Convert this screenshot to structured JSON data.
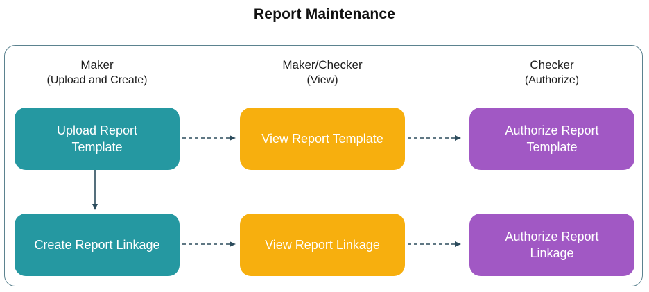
{
  "title": "Report Maintenance",
  "columns": [
    {
      "role": "Maker",
      "action": "(Upload and Create)"
    },
    {
      "role": "Maker/Checker",
      "action": "(View)"
    },
    {
      "role": "Checker",
      "action": "(Authorize)"
    }
  ],
  "boxes": [
    {
      "id": "upload-report-template",
      "label": "Upload Report Template",
      "color": "teal"
    },
    {
      "id": "view-report-template",
      "label": "View Report Template",
      "color": "yellow"
    },
    {
      "id": "authorize-report-template",
      "label": "Authorize Report Template",
      "color": "purple"
    },
    {
      "id": "create-report-linkage",
      "label": "Create Report Linkage",
      "color": "teal"
    },
    {
      "id": "view-report-linkage",
      "label": "View Report Linkage",
      "color": "yellow"
    },
    {
      "id": "authorize-report-linkage",
      "label": "Authorize Report Linkage",
      "color": "purple"
    }
  ],
  "flows": [
    {
      "from": "upload-report-template",
      "to": "view-report-template",
      "style": "dashed"
    },
    {
      "from": "view-report-template",
      "to": "authorize-report-template",
      "style": "dashed"
    },
    {
      "from": "upload-report-template",
      "to": "create-report-linkage",
      "style": "solid"
    },
    {
      "from": "create-report-linkage",
      "to": "view-report-linkage",
      "style": "dashed"
    },
    {
      "from": "view-report-linkage",
      "to": "authorize-report-linkage",
      "style": "dashed"
    }
  ],
  "colors": {
    "teal": "#2598A1",
    "yellow": "#F7AF0E",
    "purple": "#A158C4",
    "arrow": "#2B4B5C",
    "border": "#5B828F",
    "text_dark": "#1C1C1C",
    "box_text": "#FFFFFF"
  }
}
